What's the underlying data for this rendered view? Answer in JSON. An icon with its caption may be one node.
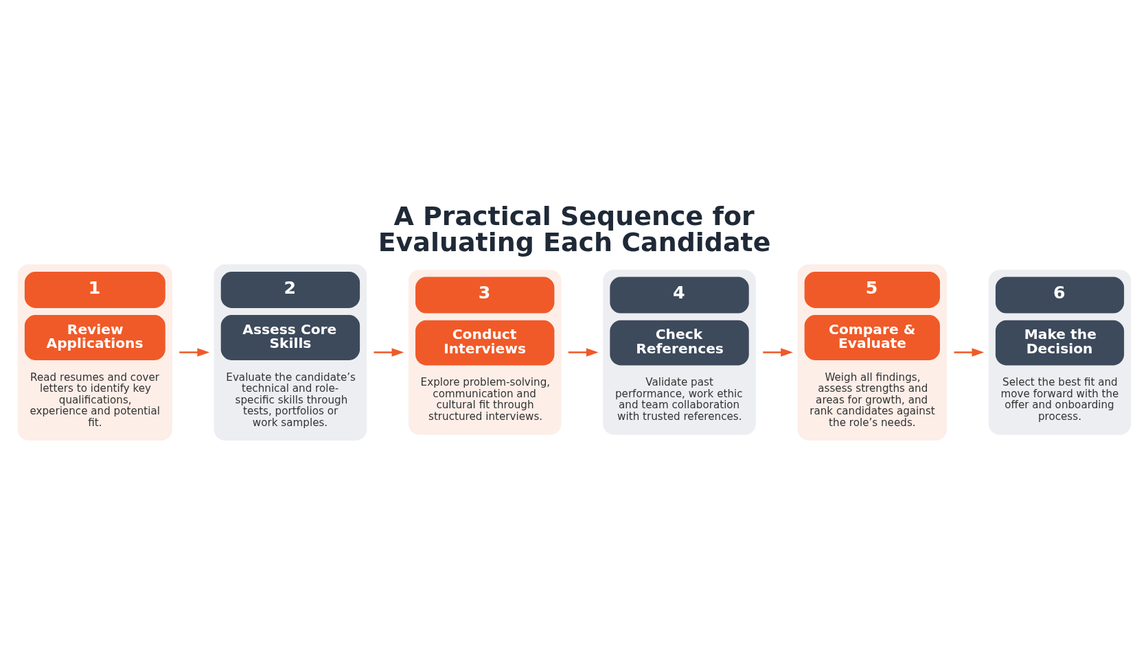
{
  "diagram": {
    "title": "A Practical Sequence for Evaluating Each Candidate",
    "nodes": [
      {
        "text": [
          "1",
          "Review Applications",
          "Read resumes and cover letters to identify key qualifications, experience and potential fit."
        ]
      },
      {
        "text": [
          "2",
          "Assess Core Skills",
          "Evaluate the candidate’s technical and role-specific skills through tests, portfolios or work samples."
        ]
      },
      {
        "text": [
          "3",
          "Conduct Interviews",
          "Explore problem-solving, communication and cultural fit through structured interviews."
        ]
      },
      {
        "text": [
          "4",
          "Check References",
          "Validate past performance, work ethic and team collaboration with trusted references."
        ]
      },
      {
        "text": [
          "5",
          "Compare & Evaluate",
          "Weigh all findings, assess strengths and areas for growth, and rank candidates against the role’s needs."
        ]
      },
      {
        "text": [
          "6",
          "Make the Decision",
          "Select the best fit and move forward with the offer and onboarding process."
        ]
      }
    ],
    "edges": [
      {
        "from": 0,
        "to": 1,
        "arrow": "to"
      },
      {
        "from": 1,
        "to": 2,
        "arrow": "to"
      },
      {
        "from": 2,
        "to": 3,
        "arrow": "to"
      },
      {
        "from": 3,
        "to": 4,
        "arrow": "to"
      },
      {
        "from": 4,
        "to": 5,
        "arrow": "to"
      }
    ]
  }
}
